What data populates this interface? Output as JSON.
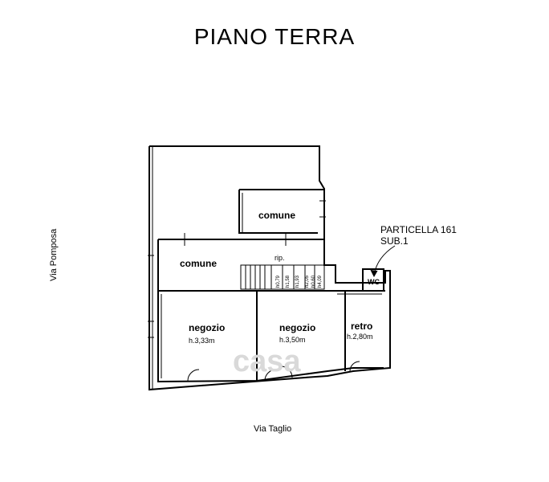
{
  "title": "PIANO TERRA",
  "streets": {
    "left": "Via Pomposa",
    "bottom": "Via Taglio"
  },
  "parcel": {
    "line1": "PARTICELLA 161",
    "line2": "SUB.1"
  },
  "rooms": {
    "comune_top": "comune",
    "comune_left": "comune",
    "negozio_1": "negozio",
    "negozio_1_height": "h.3,33m",
    "negozio_2": "negozio",
    "negozio_2_height": "h.3,50m",
    "retro": "retro",
    "retro_height": "h.2,80m",
    "wc": "WC",
    "rip": "rip.",
    "stair_labels": [
      "h0,79",
      "h1,58",
      "h1,93",
      "h2,05",
      "h0,60",
      "h4,09"
    ]
  },
  "watermark": "casa"
}
